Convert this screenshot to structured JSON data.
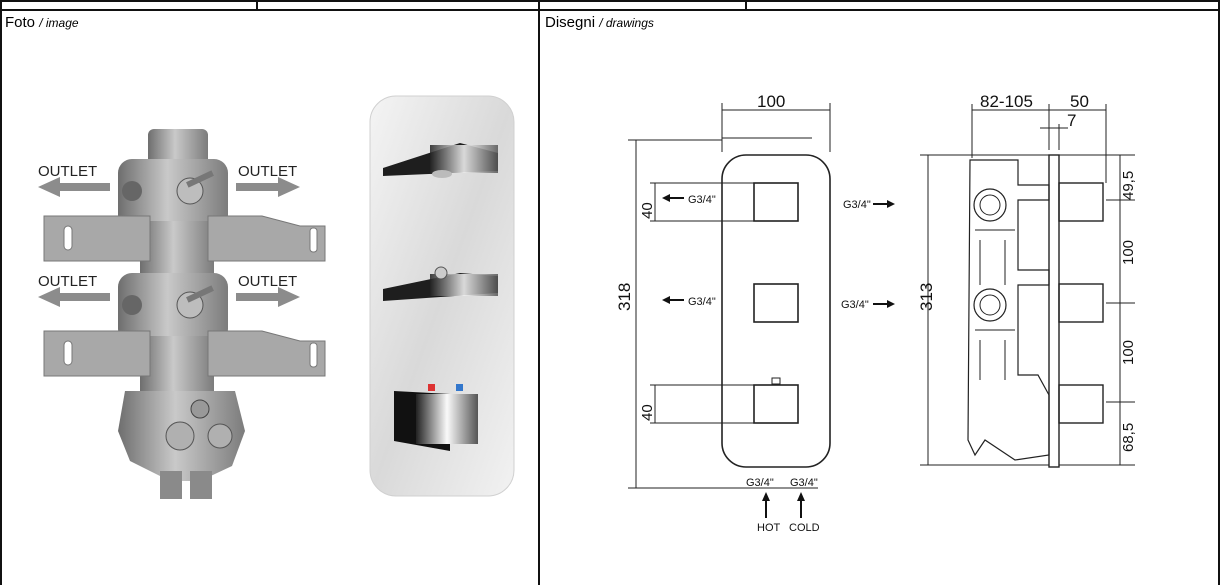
{
  "photo_panel": {
    "title": "Foto",
    "subtitle": "/ image",
    "outlet_labels": [
      "OUTLET",
      "OUTLET",
      "OUTLET",
      "OUTLET"
    ]
  },
  "drawing_panel": {
    "title": "Disegni",
    "subtitle": "/ drawings",
    "front_view": {
      "width_dim": "100",
      "height_dim": "318",
      "handle_dim_top": "40",
      "handle_dim_bottom": "40",
      "left_ports": [
        "G3/4\"",
        "G3/4\""
      ],
      "right_ports": [
        "G3/4\"",
        "G3/4\""
      ],
      "bottom_ports": [
        "G3/4\"",
        "G3/4\""
      ],
      "inlet_labels": [
        "HOT",
        "COLD"
      ]
    },
    "side_view": {
      "depth_dim": "82-105",
      "plate_dim": "50",
      "offset_dim": "7",
      "height_dim": "313",
      "spacing_dims": [
        "49,5",
        "100",
        "100",
        "68,5"
      ]
    }
  }
}
